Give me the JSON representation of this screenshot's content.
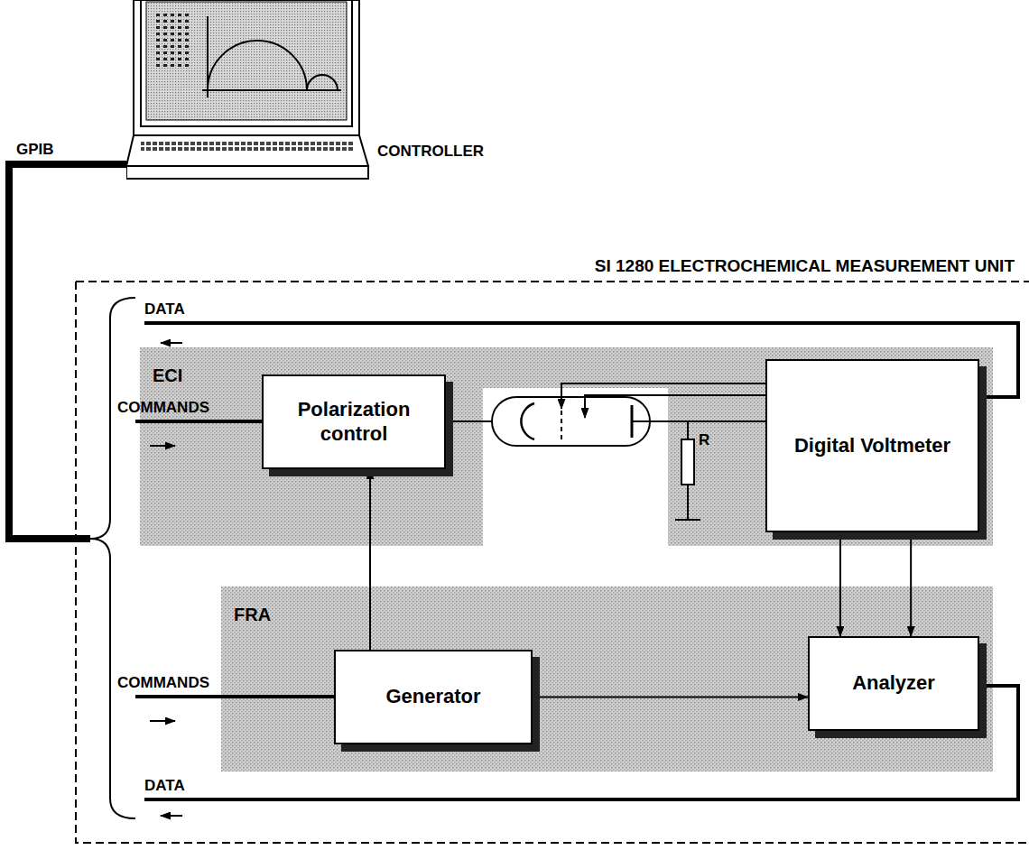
{
  "diagram": {
    "nodes": [
      {
        "text": [
          "CONTROLLER"
        ]
      },
      {
        "text": [
          "SI 1280 ELECTROCHEMICAL MEASUREMENT UNIT"
        ]
      },
      {
        "text": [
          "ECI"
        ],
        "in": 1
      },
      {
        "text": [
          "Polarization control"
        ],
        "in": 2
      },
      {
        "text": [
          "Digital Voltmeter"
        ],
        "in": 2
      },
      {
        "text": [
          "FRA"
        ],
        "in": 1
      },
      {
        "text": [
          "Generator"
        ],
        "in": 5
      },
      {
        "text": [
          "Analyzer"
        ],
        "in": 5
      }
    ],
    "edges": [
      {
        "from": 0,
        "to": 1,
        "arrow": "none",
        "label": "GPIB"
      },
      {
        "from": 6,
        "to": 3,
        "arrow": "to"
      },
      {
        "from": 6,
        "to": 7,
        "arrow": "to"
      },
      {
        "from": 4,
        "to": 7,
        "arrow": "to"
      },
      {
        "from": 4,
        "to": 7,
        "arrow": "to"
      }
    ],
    "labels": [
      "DATA",
      "COMMANDS",
      "COMMANDS",
      "DATA",
      "R"
    ]
  }
}
